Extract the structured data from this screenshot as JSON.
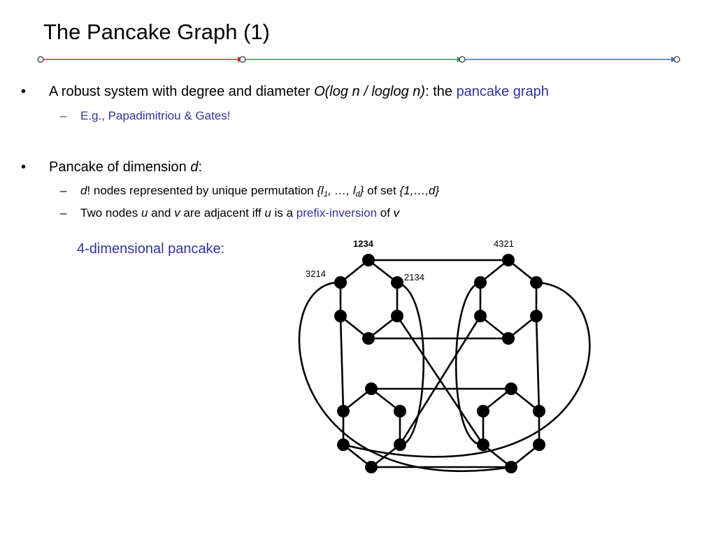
{
  "slide": {
    "title": "The Pancake Graph (1)",
    "rule_colors": [
      "#e8202a",
      "#2f9a4b",
      "#3b6fc6"
    ]
  },
  "bullet1": {
    "lead": "A robust system with degree and diameter ",
    "math": "O(log n / loglog n)",
    "mid": ": the ",
    "highlight": "pancake graph",
    "sub": "E.g., Papadimitriou & Gates!"
  },
  "bullet2": {
    "lead": "Pancake of dimension ",
    "var": "d",
    "tail": ":",
    "sub1": {
      "var": "d",
      "text": "! nodes represented by unique permutation ",
      "set_open": "{l",
      "s1": "1",
      "set_mid": ", …, l",
      "sd": "d",
      "set_close": "}",
      "of_set": " of set ",
      "range": "{1,…,d}"
    },
    "sub2": {
      "a": "Two nodes ",
      "u": "u",
      "b": " and ",
      "v": "v",
      "c": " are adjacent iff ",
      "u2": "u",
      "d": " is a ",
      "highlight": "prefix-inversion",
      "e": " of ",
      "v2": "v"
    }
  },
  "caption": "4-dimensional pancake:",
  "graph_labels": {
    "n1234": "1234",
    "n4321": "4321",
    "n3214": "3214",
    "n2134": "2134"
  },
  "accent_color": "#333399"
}
